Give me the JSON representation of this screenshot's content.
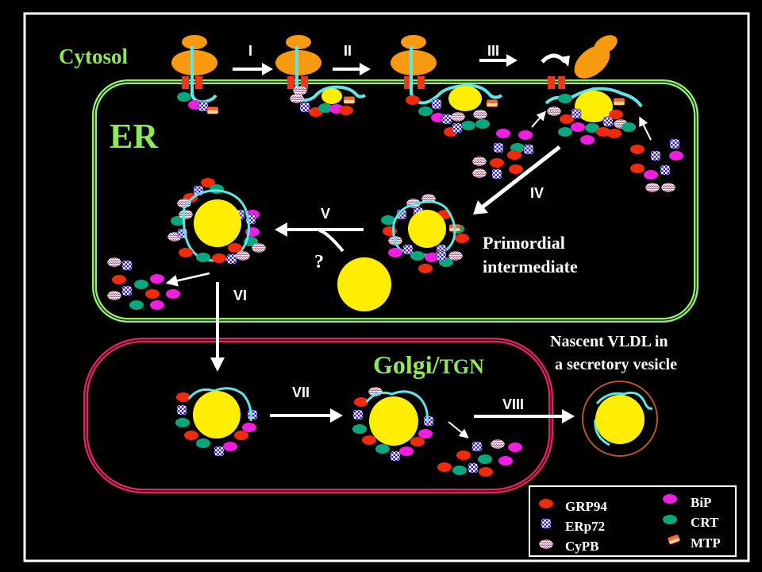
{
  "labels": {
    "cytosol": "Cytosol",
    "er": "ER",
    "golgi": "Golgi/",
    "tgn": "TGN",
    "primordial_line1": "Primordial",
    "primordial_line2": "intermediate",
    "nascent_line1": "Nascent VLDL in",
    "nascent_line2": "a secretory vesicle",
    "question": "?"
  },
  "steps": [
    "I",
    "II",
    "III",
    "IV",
    "V",
    "VI",
    "VII",
    "VIII"
  ],
  "legend": {
    "left": [
      "GRP94",
      "ERp72",
      "CyPB"
    ],
    "right": [
      "BiP",
      "CRT",
      "MTP"
    ]
  },
  "colors": {
    "background": "#000000",
    "frame": "#ffffff",
    "er_membrane": "#90ee70",
    "golgi_membrane": "#e0245e",
    "cytosol_text": "#8fe85a",
    "ribosome": "#f79a10",
    "translocon": "#e8391d",
    "lipid_core": "#ffee00",
    "apob_chain": "#5ee6e6",
    "grp94": "#ef2b0c",
    "bip": "#f01ee0",
    "crt": "#0aa77e",
    "vesicle": "#b5552c"
  }
}
